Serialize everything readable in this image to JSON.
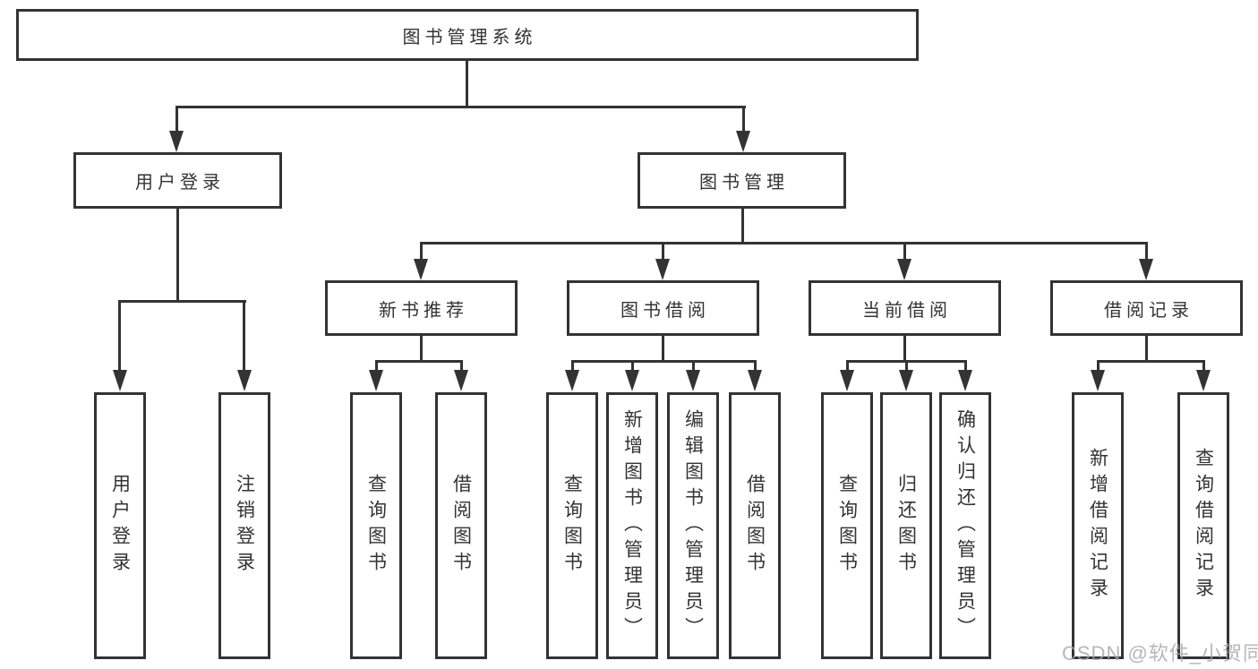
{
  "diagram": {
    "type": "hierarchy-tree",
    "tree": {
      "root": {
        "label": "图书管理系统"
      },
      "branches": [
        {
          "label": "用户登录",
          "children": [
            {
              "label": "用户登录"
            },
            {
              "label": "注销登录"
            }
          ]
        },
        {
          "label": "图书管理",
          "children": [
            {
              "label": "新书推荐",
              "children": [
                {
                  "label": "查询图书"
                },
                {
                  "label": "借阅图书"
                }
              ]
            },
            {
              "label": "图书借阅",
              "children": [
                {
                  "label": "查询图书"
                },
                {
                  "label": "新增图书（管理员）"
                },
                {
                  "label": "编辑图书（管理员）"
                },
                {
                  "label": "借阅图书"
                }
              ]
            },
            {
              "label": "当前借阅",
              "children": [
                {
                  "label": "查询图书"
                },
                {
                  "label": "归还图书"
                },
                {
                  "label": "确认归还（管理员）"
                }
              ]
            },
            {
              "label": "借阅记录",
              "children": [
                {
                  "label": "新增借阅记录"
                },
                {
                  "label": "查询借阅记录"
                }
              ]
            }
          ]
        }
      ]
    }
  },
  "watermark": {
    "text": "CSDN @软件_小贺同学"
  },
  "colors": {
    "line": "#333333",
    "text": "#333333",
    "background": "#ffffff",
    "watermark": "#a5a5a5"
  }
}
